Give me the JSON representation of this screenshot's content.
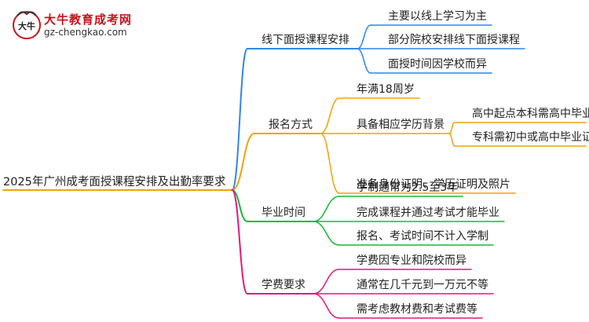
{
  "brand": {
    "name": "大牛教育成考网",
    "url": "gz-chengkao.com",
    "logo_text": "大牛"
  },
  "colors": {
    "branch1": "#2f86e8",
    "branch2": "#f1a20c",
    "branch3": "#19b83a",
    "branch4": "#e3177a",
    "logo_red": "#c8131b"
  },
  "root": "2025年广州成考面授课程安排及出勤率要求",
  "branches": [
    {
      "label": "线下面授课程安排",
      "children": [
        {
          "label": "主要以线上学习为主"
        },
        {
          "label": "部分院校安排线下面授课程"
        },
        {
          "label": "面授时间因学校而异"
        }
      ]
    },
    {
      "label": "报名方式",
      "children": [
        {
          "label": "年满18周岁"
        },
        {
          "label": "具备相应学历背景",
          "children": [
            {
              "label": "高中起点本科需高中毕业"
            },
            {
              "label": "专科需初中或高中毕业证书"
            }
          ]
        },
        {
          "label": "准备身份证明、学历证明及照片"
        }
      ]
    },
    {
      "label": "毕业时间",
      "children": [
        {
          "label": "学制通常为2.5至3年"
        },
        {
          "label": "完成课程并通过考试才能毕业"
        },
        {
          "label": "报名、考试时间不计入学制"
        }
      ]
    },
    {
      "label": "学费要求",
      "children": [
        {
          "label": "学费因专业和院校而异"
        },
        {
          "label": "通常在几千元到一万元不等"
        },
        {
          "label": "需考虑教材费和考试费等"
        }
      ]
    }
  ]
}
